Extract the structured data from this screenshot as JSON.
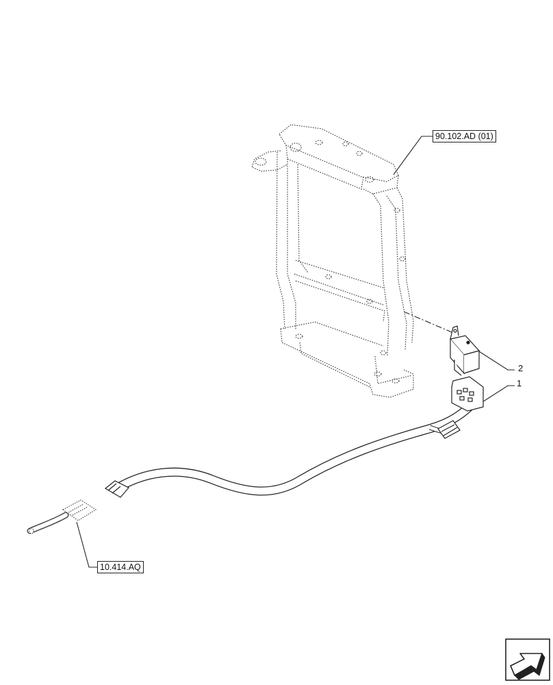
{
  "references": {
    "frame_ref": "90.102.AD (01)",
    "harness_ref": "10.414.AQ"
  },
  "callouts": {
    "item_1": "1",
    "item_2": "2"
  },
  "colors": {
    "line": "#222222",
    "hidden_line": "#444444",
    "background": "#ffffff"
  },
  "icons": {
    "navigation": "next-page-arrow-icon"
  }
}
